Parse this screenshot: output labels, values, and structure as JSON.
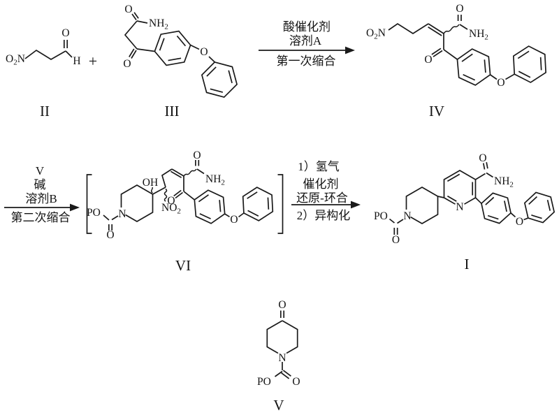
{
  "colors": {
    "ink": "#1a1a1a",
    "background": "#ffffff"
  },
  "atoms": {
    "o": "O",
    "n": "N",
    "h": "H",
    "oh": "OH",
    "po": "PO",
    "o2n": [
      "O",
      "2",
      "N"
    ],
    "nh2": [
      "NH",
      "2"
    ],
    "no2": [
      "NO",
      "2"
    ]
  },
  "compound_labels": {
    "i": "I",
    "ii": "II",
    "iii": "III",
    "iv": "IV",
    "v": "V",
    "vi": "VI"
  },
  "plus": "+",
  "arrows": {
    "first": {
      "above": [
        "酸催化剂",
        "溶剂A"
      ],
      "below": [
        "第一次缩合"
      ]
    },
    "second": {
      "above": [
        "V",
        "碱",
        "溶剂B"
      ],
      "below": [
        "第二次缩合"
      ]
    },
    "third": {
      "above": [
        "1）氢气",
        "催化剂",
        "还原-环合"
      ],
      "below": [
        "2）异构化"
      ]
    }
  }
}
